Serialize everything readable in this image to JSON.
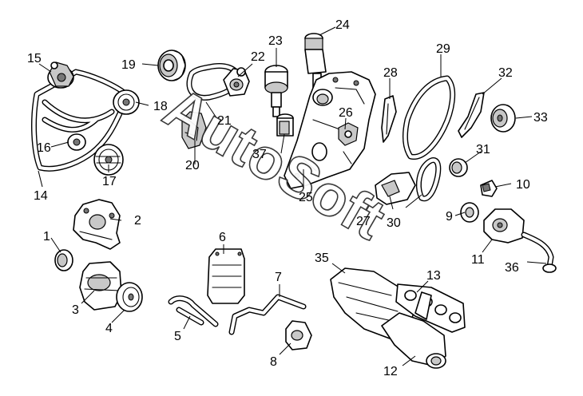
{
  "watermark": "AutoSoft",
  "callouts": {
    "c1": "1",
    "c2": "2",
    "c3": "3",
    "c4": "4",
    "c5": "5",
    "c6": "6",
    "c7": "7",
    "c8": "8",
    "c9": "9",
    "c10": "10",
    "c11": "11",
    "c12": "12",
    "c13": "13",
    "c14": "14",
    "c15": "15",
    "c16": "16",
    "c17": "17",
    "c18": "18",
    "c19": "19",
    "c20": "20",
    "c21": "21",
    "c22": "22",
    "c23": "23",
    "c24": "24",
    "c25": "25",
    "c26": "26",
    "c27": "27",
    "c28": "28",
    "c29": "29",
    "c30": "30",
    "c31": "31",
    "c32": "32",
    "c33": "33",
    "c35": "35",
    "c36": "36",
    "c37": "37"
  }
}
